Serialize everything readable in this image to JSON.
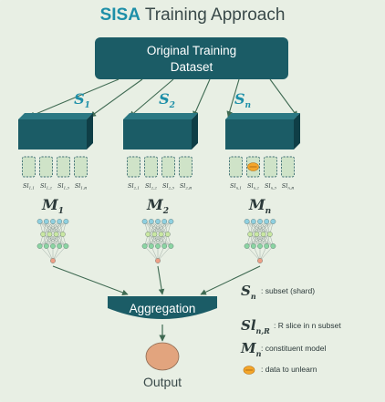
{
  "title": {
    "accent": "SISA",
    "rest": " Training Approach",
    "accent_color": "#1d8fa8",
    "rest_color": "#3a4a4a"
  },
  "dataset": {
    "line1": "Original Training",
    "line2": "Dataset"
  },
  "shards": [
    {
      "name": "S",
      "sub": "1",
      "slices": [
        {
          "base": "Sl",
          "sub": "1,1"
        },
        {
          "base": "Sl",
          "sub": "1,2"
        },
        {
          "base": "Sl",
          "sub": "1,3"
        },
        {
          "base": "Sl",
          "sub": "1,R"
        }
      ],
      "model": {
        "base": "M",
        "sub": "1"
      },
      "unlearn_slice": -1
    },
    {
      "name": "S",
      "sub": "2",
      "slices": [
        {
          "base": "Sl",
          "sub": "2,1"
        },
        {
          "base": "Sl",
          "sub": "2,2"
        },
        {
          "base": "Sl",
          "sub": "2,3"
        },
        {
          "base": "Sl",
          "sub": "2,R"
        }
      ],
      "model": {
        "base": "M",
        "sub": "2"
      },
      "unlearn_slice": -1
    },
    {
      "name": "S",
      "sub": "n",
      "slices": [
        {
          "base": "Sl",
          "sub": "n,1"
        },
        {
          "base": "Sl",
          "sub": "n,2"
        },
        {
          "base": "Sl",
          "sub": "n,3"
        },
        {
          "base": "Sl",
          "sub": "n,R"
        }
      ],
      "model": {
        "base": "M",
        "sub": "n"
      },
      "unlearn_slice": 1
    }
  ],
  "aggregation": "Aggregation",
  "output": "Output",
  "legend": [
    {
      "symbol_base": "S",
      "symbol_sub": "n",
      "text": ": subset (shard)"
    },
    {
      "symbol_base": "Sl",
      "symbol_sub": "n,R",
      "text": ": R slice in n subset"
    },
    {
      "symbol_base": "M",
      "symbol_sub": "n",
      "text": ": constituent model"
    },
    {
      "symbol_icon": "unlearn-data-icon",
      "text": ": data to unlearn"
    }
  ],
  "colors": {
    "box": "#1b5c66",
    "box_top": "#2b7883",
    "box_side": "#0f3e46",
    "slice_fill": "#cfe3c8",
    "slice_stroke": "#3e6f73",
    "arrow": "#3f6a52",
    "output_fill": "#e2a47e",
    "unlearn_fill": "#f4a62a",
    "net_top": "#8fd0e0",
    "net_mid": "#c9e7a2",
    "net_low": "#8bd5a3",
    "net_out": "#ee9f86"
  }
}
